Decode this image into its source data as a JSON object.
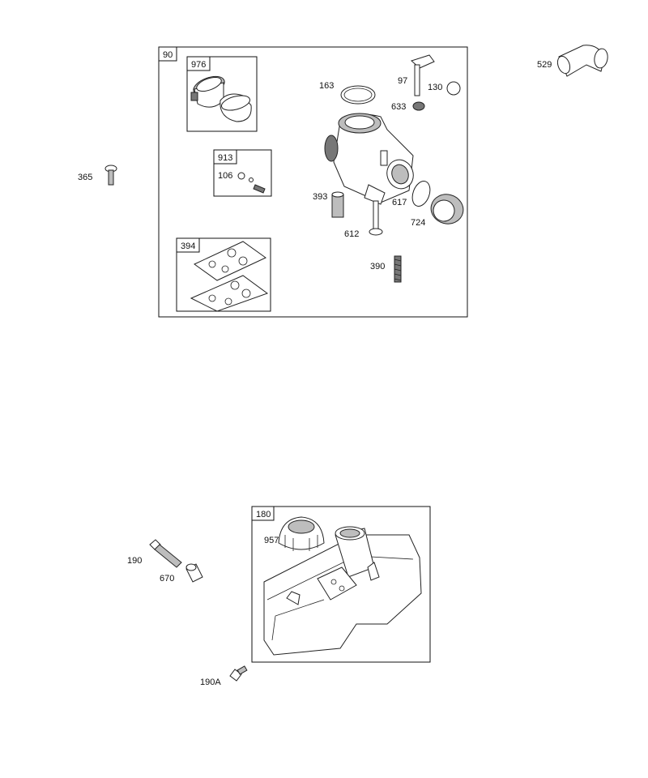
{
  "labels": {
    "l90": "90",
    "l976": "976",
    "l913": "913",
    "l106": "106",
    "l394": "394",
    "l163": "163",
    "l97": "97",
    "l130": "130",
    "l633": "633",
    "l393": "393",
    "l617": "617",
    "l724": "724",
    "l612": "612",
    "l390": "390",
    "l529": "529",
    "l365": "365",
    "l180": "180",
    "l957": "957",
    "l190": "190",
    "l670": "670",
    "l190a": "190A"
  }
}
